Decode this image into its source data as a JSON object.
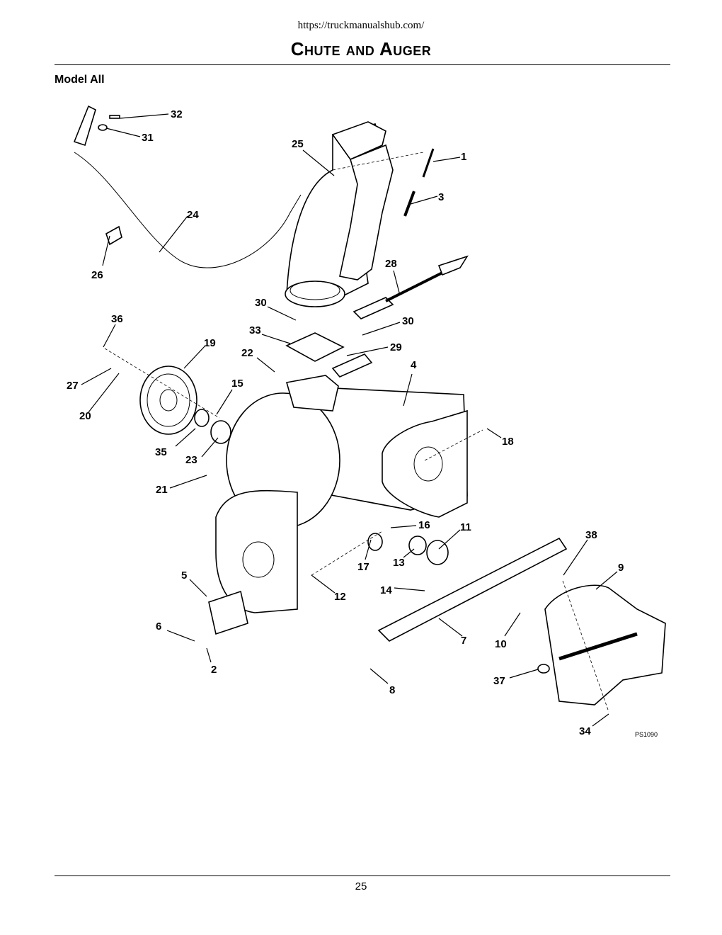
{
  "header": {
    "url": "https://truckmanualshub.com/",
    "title": "Chute and Auger"
  },
  "model_label": "Model All",
  "diagram": {
    "code": "PS1090",
    "callouts": [
      "32",
      "31",
      "25",
      "1",
      "3",
      "24",
      "26",
      "28",
      "30",
      "30",
      "33",
      "36",
      "19",
      "22",
      "29",
      "4",
      "27",
      "15",
      "20",
      "18",
      "35",
      "23",
      "21",
      "16",
      "11",
      "38",
      "17",
      "13",
      "9",
      "5",
      "12",
      "14",
      "6",
      "10",
      "7",
      "2",
      "37",
      "8",
      "34"
    ]
  },
  "footer": {
    "page_number": "25"
  }
}
